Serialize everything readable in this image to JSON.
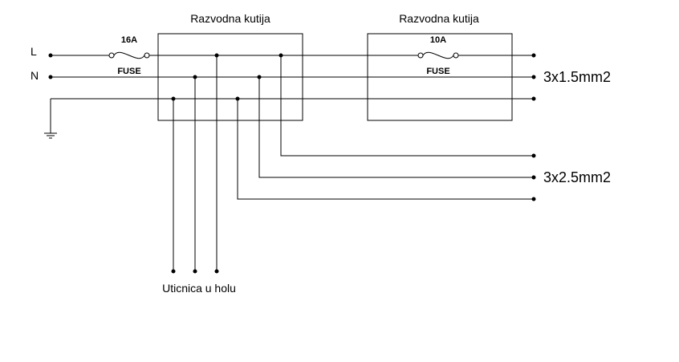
{
  "diagram": {
    "lines": {
      "line_label": "L",
      "neutral_label": "N"
    },
    "box1": {
      "title": "Razvodna  kutija"
    },
    "box2": {
      "title": "Razvodna  kutija"
    },
    "fuse_main": {
      "rating": "16A",
      "label": "FUSE"
    },
    "fuse_branch": {
      "rating": "10A",
      "label": "FUSE"
    },
    "cable_lighting": "3x1.5mm2",
    "cable_sockets": "3x2.5mm2",
    "socket_label": "Uticnica  u  holu"
  }
}
